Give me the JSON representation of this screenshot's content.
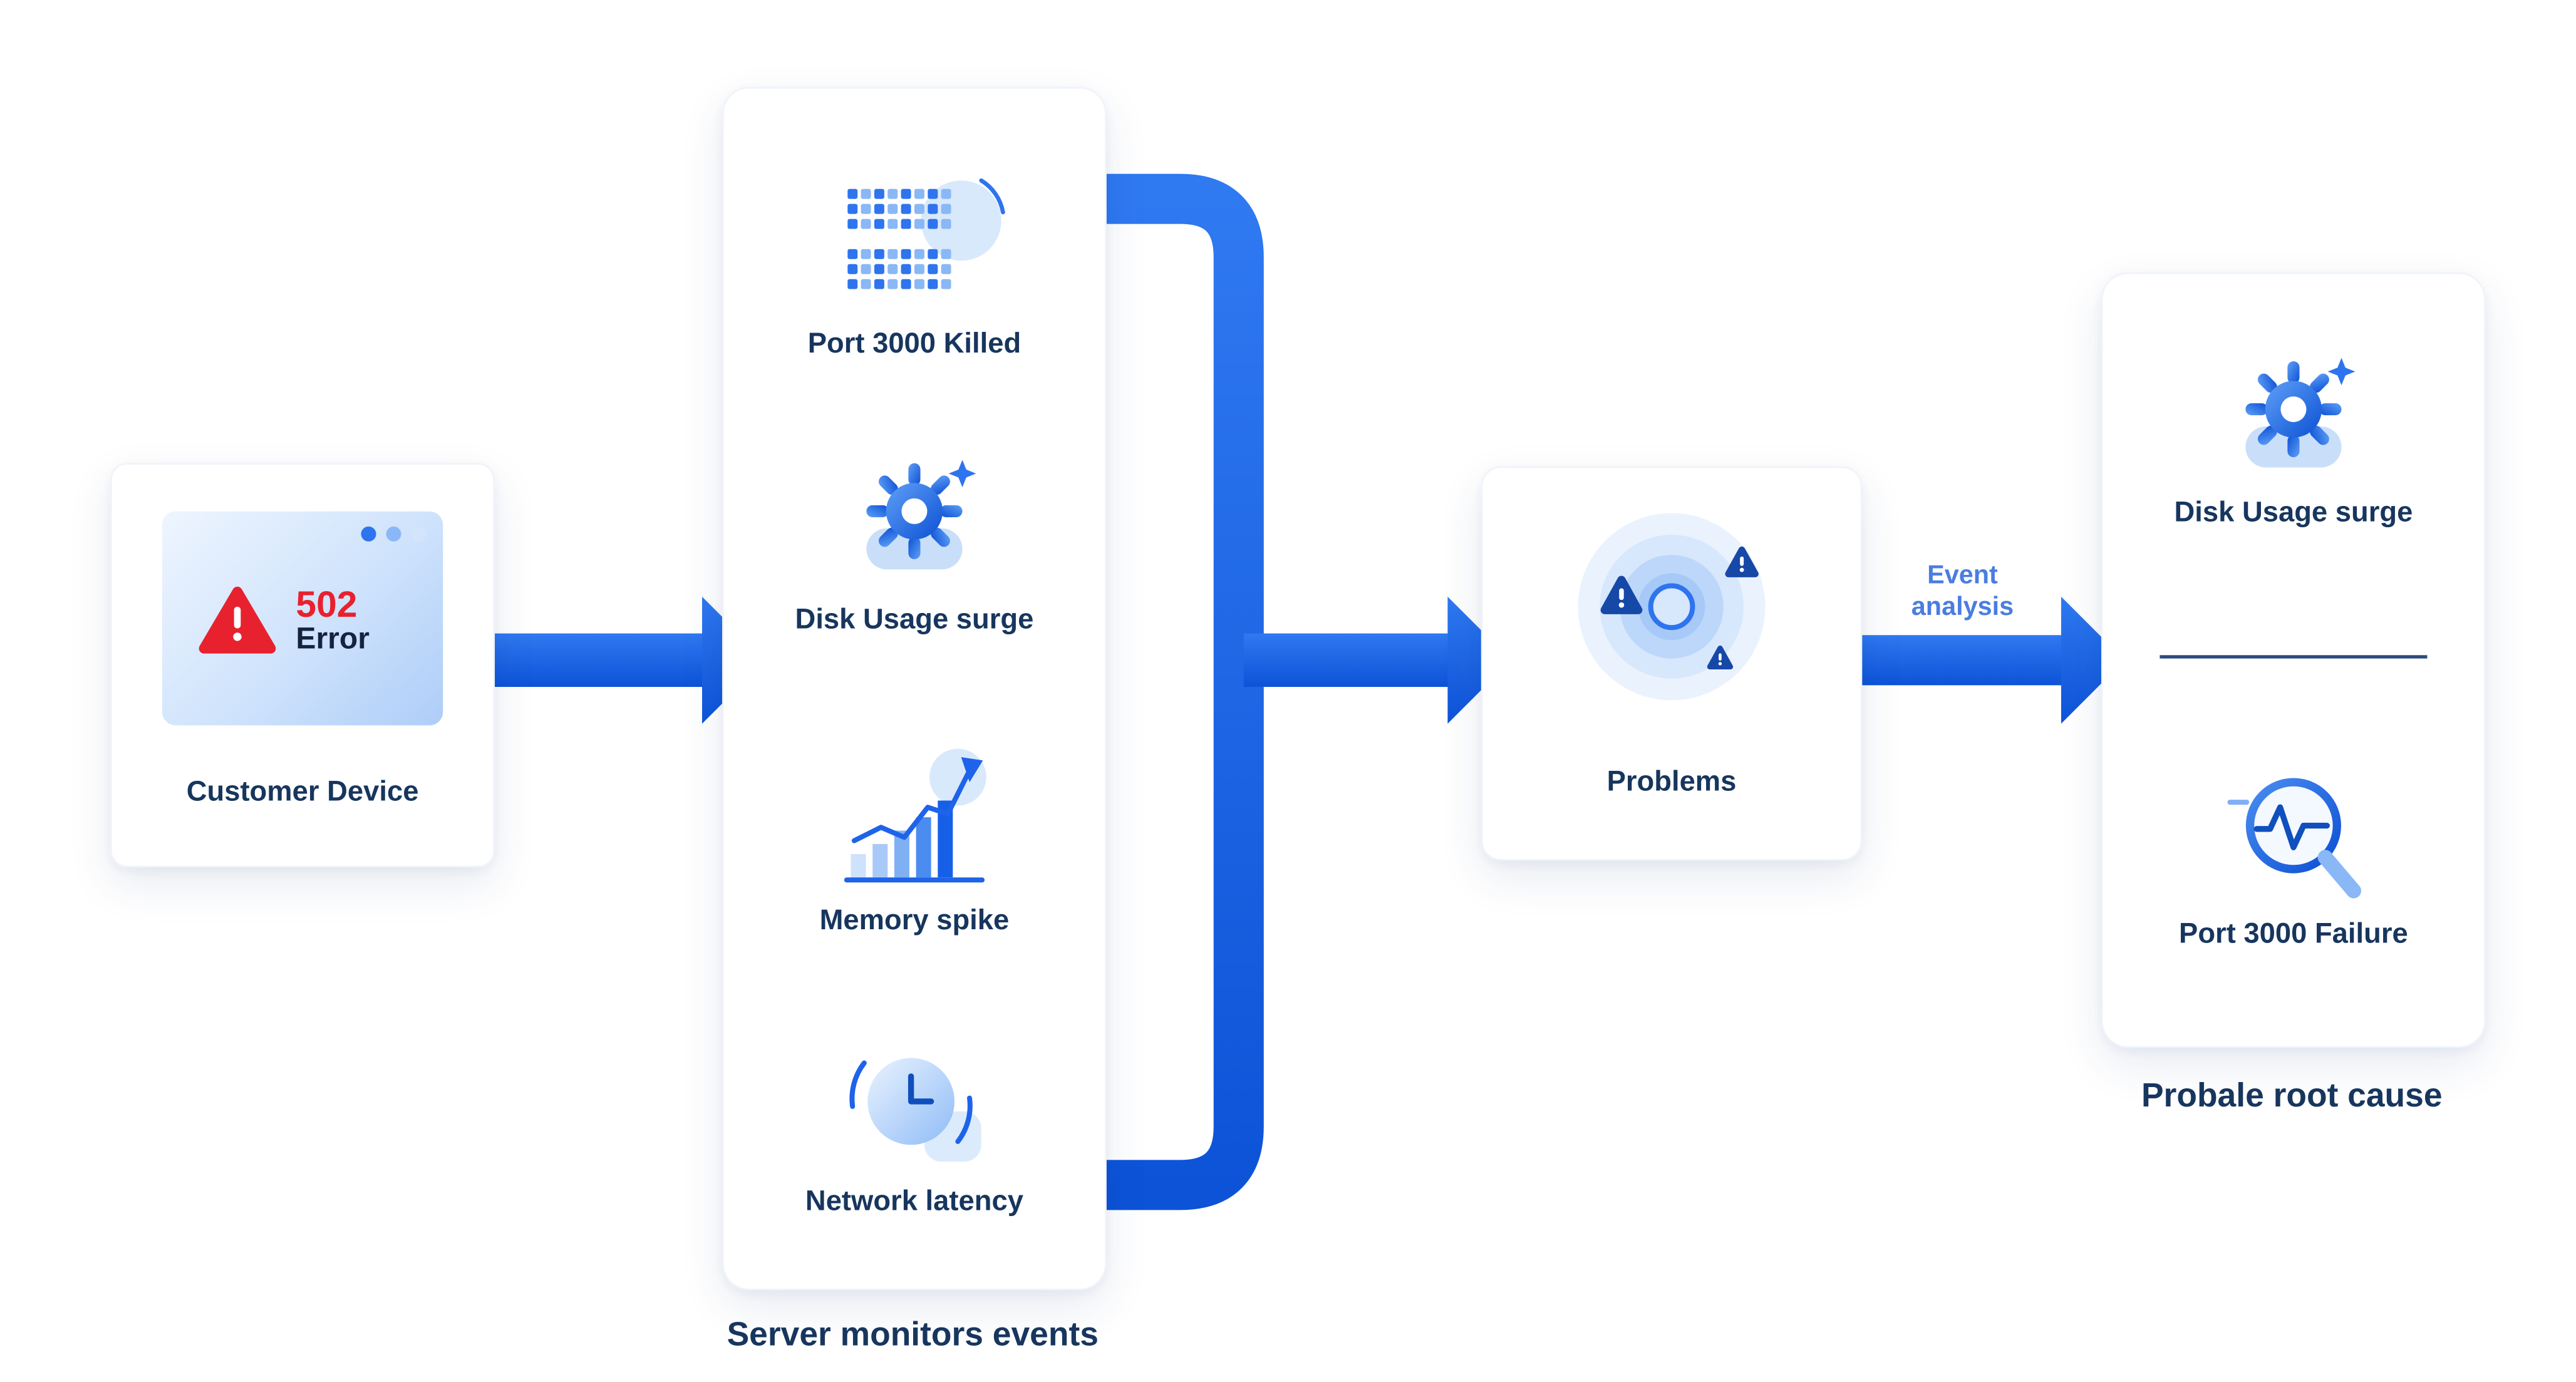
{
  "colors": {
    "primary_blue": "#1660e8",
    "navy_text": "#17365e",
    "error_red": "#e8212e",
    "light_blue": "#d7e7fc",
    "event_label_blue": "#4a7de0"
  },
  "customer": {
    "label": "Customer Device",
    "error_code": "502",
    "error_word": "Error",
    "icon": "browser-window-with-warning-triangle"
  },
  "monitors": {
    "caption": "Server monitors events",
    "items": [
      {
        "label": "Port 3000 Killed",
        "icon": "server-racks-icon"
      },
      {
        "label": "Disk Usage surge",
        "icon": "gear-sparkle-icon"
      },
      {
        "label": "Memory spike",
        "icon": "chart-spike-icon"
      },
      {
        "label": "Network latency",
        "icon": "clock-icon"
      }
    ]
  },
  "problems": {
    "label": "Problems",
    "icon": "radar-warnings-icon"
  },
  "event_analysis": {
    "label": "Event analysis"
  },
  "root_cause": {
    "caption": "Probale root cause",
    "items": [
      {
        "label": "Disk Usage surge",
        "icon": "gear-sparkle-icon"
      },
      {
        "label": "Port 3000 Failure",
        "icon": "magnifier-pulse-icon"
      }
    ]
  }
}
